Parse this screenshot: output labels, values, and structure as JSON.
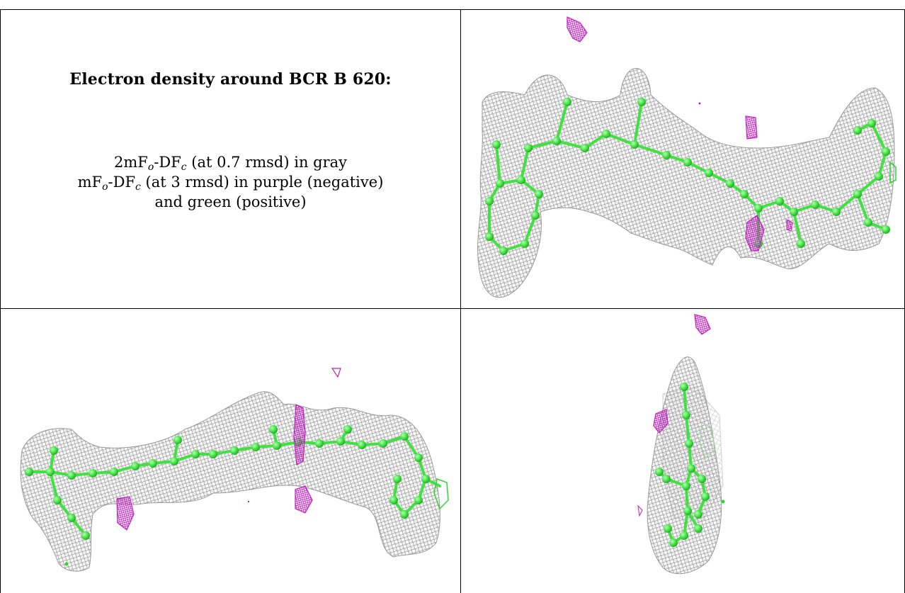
{
  "caption": {
    "title": "Electron density around BCR B 620:",
    "line1_pre": "2mF",
    "line1_sub1": "o",
    "line1_mid": "-DF",
    "line1_sub2": "c",
    "line1_post": " (at 0.7 rmsd) in gray",
    "line2_pre": "mF",
    "line2_sub1": "o",
    "line2_mid": "-DF",
    "line2_sub2": "c",
    "line2_post": " (at 3 rmsd) in purple (negative)",
    "line3": "and green (positive)"
  },
  "panels": [
    {
      "view": "top-right",
      "content": "electron density mesh, front view"
    },
    {
      "view": "bottom-left",
      "content": "electron density mesh, side view"
    },
    {
      "view": "bottom-right",
      "content": "electron density mesh, end-on view"
    }
  ],
  "colors": {
    "mesh_gray": "#8a8a8a",
    "model_green": "#3fe23f",
    "negative_purple": "#c21fc2",
    "positive_green": "#2fd62f",
    "border": "#000000"
  }
}
